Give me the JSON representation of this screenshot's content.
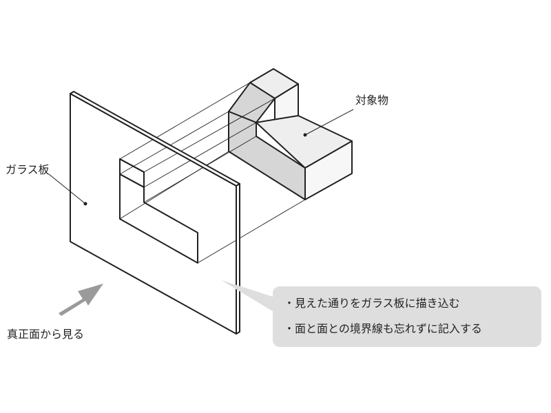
{
  "labels": {
    "target_object": "対象物",
    "glass_plate": "ガラス板",
    "view_direction": "真正面から見る"
  },
  "callout": {
    "notes": [
      "見えた通りをガラス板に描き込む",
      "面と面との境界線も忘れずに記入する"
    ]
  },
  "colors": {
    "outline": "#231f20",
    "object_top": "#eeeeee",
    "object_side": "#d6d6d6",
    "object_front": "#f7f7f7",
    "arrow": "#9a9a9a",
    "callout_bg": "#dedede"
  }
}
